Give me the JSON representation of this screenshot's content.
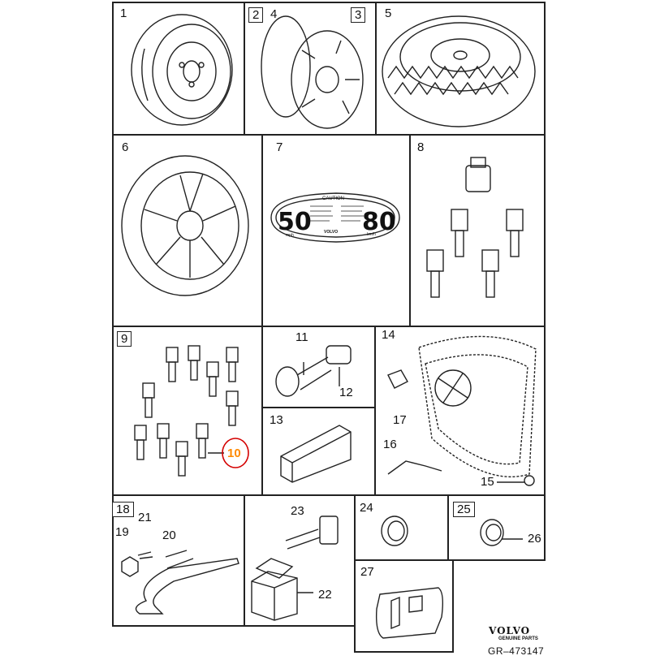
{
  "diagram": {
    "cells": [
      {
        "id": "1",
        "label": "1"
      },
      {
        "id": "2",
        "label": "2"
      },
      {
        "id": "3",
        "label": "3"
      },
      {
        "id": "4",
        "label": "4"
      },
      {
        "id": "5",
        "label": "5"
      },
      {
        "id": "6",
        "label": "6"
      },
      {
        "id": "7",
        "label": "7"
      },
      {
        "id": "8",
        "label": "8"
      },
      {
        "id": "9",
        "label": "9"
      },
      {
        "id": "10",
        "label": "10"
      },
      {
        "id": "11",
        "label": "11"
      },
      {
        "id": "12",
        "label": "12"
      },
      {
        "id": "13",
        "label": "13"
      },
      {
        "id": "14",
        "label": "14"
      },
      {
        "id": "15",
        "label": "15"
      },
      {
        "id": "16",
        "label": "16"
      },
      {
        "id": "17",
        "label": "17"
      },
      {
        "id": "18",
        "label": "18"
      },
      {
        "id": "19",
        "label": "19"
      },
      {
        "id": "20",
        "label": "20"
      },
      {
        "id": "21",
        "label": "21"
      },
      {
        "id": "22",
        "label": "22"
      },
      {
        "id": "23",
        "label": "23"
      },
      {
        "id": "24",
        "label": "24"
      },
      {
        "id": "25",
        "label": "25"
      },
      {
        "id": "26",
        "label": "26"
      },
      {
        "id": "27",
        "label": "27"
      }
    ],
    "warning_label": {
      "title": "CAUTION",
      "max_mph": "50",
      "unit_mph": "mph",
      "max_kmh": "80",
      "unit_kmh": "km/h",
      "logo": "VOLVO"
    },
    "highlight": {
      "part": "10",
      "color": "#ff8a00",
      "ring_color": "#d40000"
    },
    "brand": "VOLVO",
    "brand_sub": "GENUINE PARTS",
    "reference": "GR–473147"
  }
}
